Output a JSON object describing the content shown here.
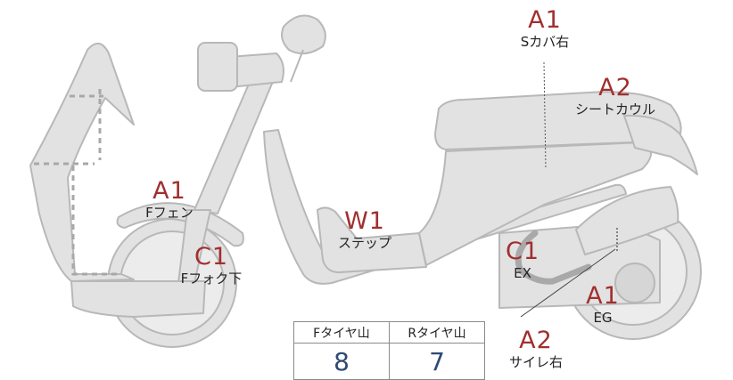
{
  "annotations": [
    {
      "code": "A1",
      "label": "Sカバ右"
    },
    {
      "code": "A2",
      "label": "シートカウル"
    },
    {
      "code": "A1",
      "label": "Fフェン"
    },
    {
      "code": "W1",
      "label": "ステップ"
    },
    {
      "code": "C1",
      "label": "Fフォク下"
    },
    {
      "code": "C1",
      "label": "EX"
    },
    {
      "code": "A1",
      "label": "EG"
    },
    {
      "code": "A2",
      "label": "サイレ右"
    }
  ],
  "tire_table": {
    "front_header": "Fタイヤ山",
    "rear_header": "Rタイヤ山",
    "front_value": "8",
    "rear_value": "7"
  },
  "colors": {
    "body_fill": "#e2e2e2",
    "body_stroke": "#b5b5b5",
    "panel_dashes": "#aaaaaa",
    "code_text": "#a12f2f",
    "tire_value": "#2e4a74"
  }
}
